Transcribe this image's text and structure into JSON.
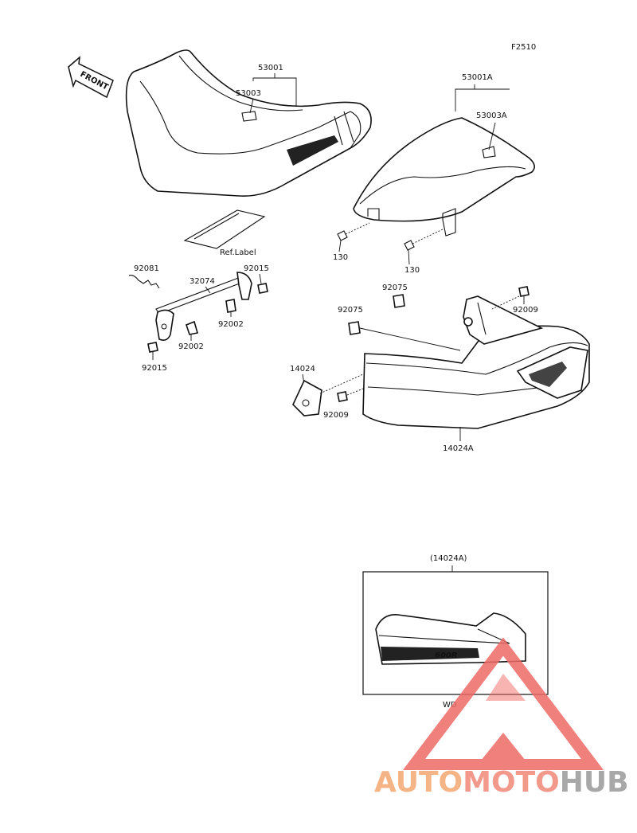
{
  "figure_code": "F2510",
  "front_arrow": "FRONT",
  "labels": {
    "seat_assembly": "53001",
    "seat_cover": "53003",
    "rear_seat_assembly": "53001A",
    "rear_seat_cover": "53003A",
    "bolt_left": "130",
    "bolt_right": "130",
    "ref_label": "Ref.Label",
    "spring": "92081",
    "lock_rod": "32074",
    "nut_upper": "92015",
    "damper_a": "92002",
    "damper_b": "92002",
    "nut_lower": "92015",
    "clip_upper": "92075",
    "clip_lower": "92075",
    "screw_right": "92009",
    "bracket": "14024",
    "screw_lower": "92009",
    "cover": "14024A",
    "inset_title": "(14024A)",
    "inset_badge": "600R",
    "inset_variant": "WD"
  },
  "watermark": {
    "part1": "AUTO",
    "part2": "MOTO",
    "part3": "HUB",
    "color1": "#f5b486",
    "color2": "#f3998c",
    "color3": "#a8a8a8",
    "triangle_color": "#ee6a66"
  }
}
